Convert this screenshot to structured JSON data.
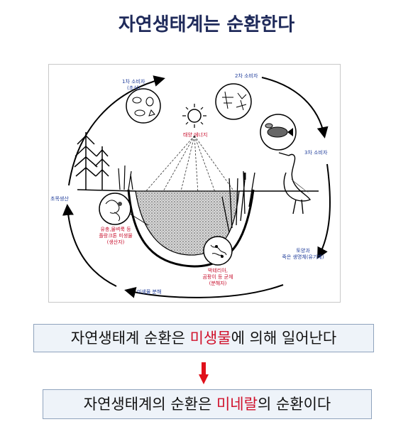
{
  "title": "자연생태계는 순환한다",
  "figure": {
    "primary_consumer": [
      "1차 소비자",
      "(초식)"
    ],
    "secondary_consumer": "2차 소비자",
    "tertiary_consumer": "3차 소비자",
    "solar_energy": "태양 에너지",
    "grassland_production": "초목생산",
    "producers": [
      "유충,물벼룩 등",
      "플랑크톤 미생물",
      "(생산자)"
    ],
    "decomposers": [
      "박테리아,",
      "곰팡이 등 균체",
      "(분해자)"
    ],
    "soil_dead": [
      "토양과",
      "죽은 생명체(유기체)"
    ],
    "microbial_decomposition": "미생물 분해"
  },
  "statement1": {
    "before": "자연생태계 순환은 ",
    "highlight": "미생물",
    "after": "에 의해 일어난다"
  },
  "statement2": {
    "before": "자연생태계의 순환은 ",
    "highlight": "미네랄",
    "after": "의 순환이다"
  },
  "colors": {
    "title": "#1f2a5a",
    "label_blue": "#1f3c9a",
    "label_red": "#c8102e",
    "highlight": "#d0102a",
    "box_bg": "#eef3f9",
    "box_border": "#8fa3bd",
    "arrow": "#e0101a"
  }
}
